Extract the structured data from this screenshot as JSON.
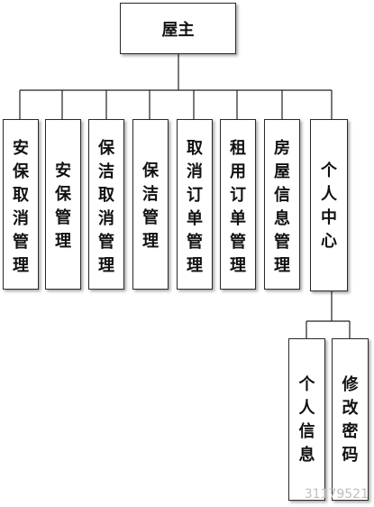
{
  "diagram": {
    "root": "屋主",
    "children": [
      {
        "label": "安保取消管理"
      },
      {
        "label": "安保管理"
      },
      {
        "label": "保洁取消管理"
      },
      {
        "label": "保洁管理"
      },
      {
        "label": "取消订单管理"
      },
      {
        "label": "租用订单管理"
      },
      {
        "label": "房屋信息管理"
      },
      {
        "label": "个人中心",
        "children": [
          {
            "label": "个人信息"
          },
          {
            "label": "修改密码"
          }
        ]
      }
    ]
  },
  "watermark": "31179521"
}
